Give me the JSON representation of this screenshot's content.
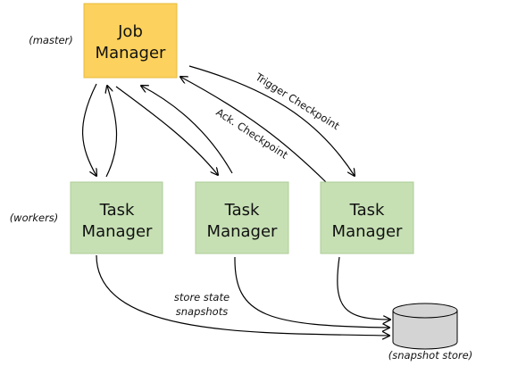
{
  "colors": {
    "job_manager_fill": "#fcd15d",
    "job_manager_stroke": "#e8bc3c",
    "task_manager_fill": "#c6e0b4",
    "task_manager_stroke": "#aecd96",
    "store_fill": "#d4d4d4",
    "store_stroke": "#000000",
    "arrow": "#000000"
  },
  "job_manager": {
    "line1": "Job",
    "line2": "Manager",
    "role": "(master)"
  },
  "workers": {
    "role": "(workers)",
    "task_managers": [
      {
        "line1": "Task",
        "line2": "Manager"
      },
      {
        "line1": "Task",
        "line2": "Manager"
      },
      {
        "line1": "Task",
        "line2": "Manager"
      }
    ]
  },
  "edge_labels": {
    "trigger_checkpoint": "Trigger Checkpoint",
    "ack_checkpoint": "Ack. Checkpoint",
    "store_state_line1": "store state",
    "store_state_line2": "snapshots"
  },
  "snapshot_store": {
    "label": "(snapshot store)",
    "icon": "database-cylinder-icon"
  }
}
